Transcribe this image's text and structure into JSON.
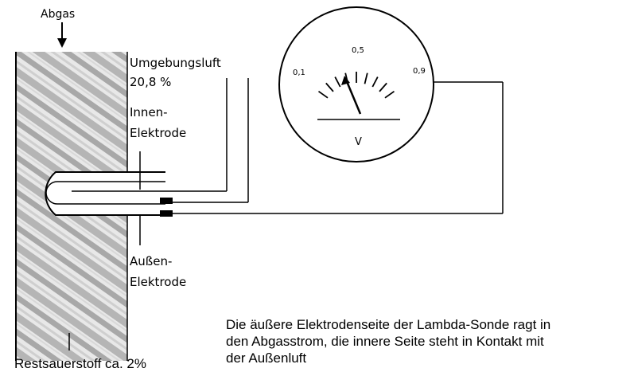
{
  "labels": {
    "abgas": "Abgas",
    "umgebungsluft": "Umgebungsluft",
    "umgebungsluft_value": "20,8 %",
    "innen_line1": "Innen-",
    "innen_line2": "Elektrode",
    "aussen_line1": "Außen-",
    "aussen_line2": "Elektrode",
    "restsauerstoff": "Restsauerstoff ca. 2%"
  },
  "meter": {
    "scale_labels": [
      "0,1",
      "0,5",
      "0,9"
    ],
    "unit": "V"
  },
  "caption": {
    "line1": "Die äußere Elektrodenseite der Lambda-Sonde ragt in",
    "line2": "den Abgasstrom, die innere Seite steht in Kontakt mit",
    "line3": "der Außenluft"
  },
  "colors": {
    "ink": "#000000",
    "wall_light": "#e6e6e6",
    "wall_dark": "#9a9a9a"
  }
}
